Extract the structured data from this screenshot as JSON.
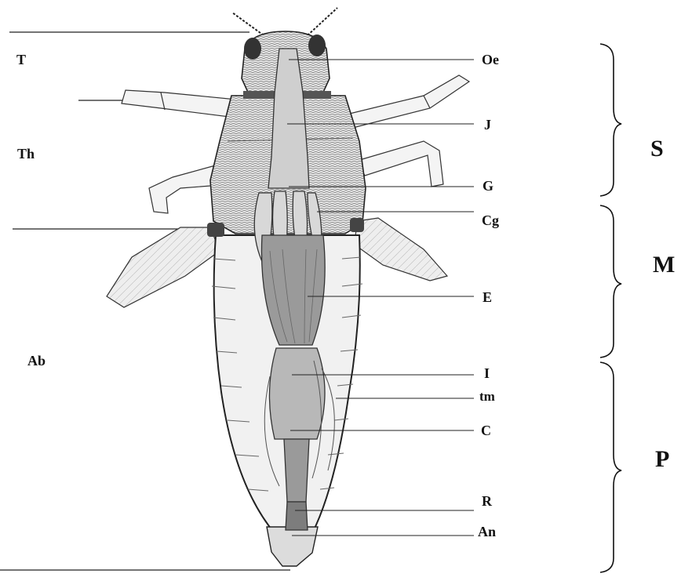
{
  "labels": {
    "left": {
      "head": "T",
      "thorax": "Th",
      "abdomen": "Ab"
    },
    "right": {
      "oesophagus": "Oe",
      "j": "J",
      "g": "G",
      "cg": "Cg",
      "e": "E",
      "i": "I",
      "tm": "tm",
      "c": "C",
      "r": "R",
      "an": "An"
    },
    "regions": {
      "s": "S",
      "m": "M",
      "p": "P"
    }
  },
  "colors": {
    "ink": "#1a1a1a",
    "body_fill": "#e6e6e6",
    "gut_fill": "#cfcfcf",
    "dark_fill": "#9a9a9a",
    "background": "#ffffff"
  }
}
